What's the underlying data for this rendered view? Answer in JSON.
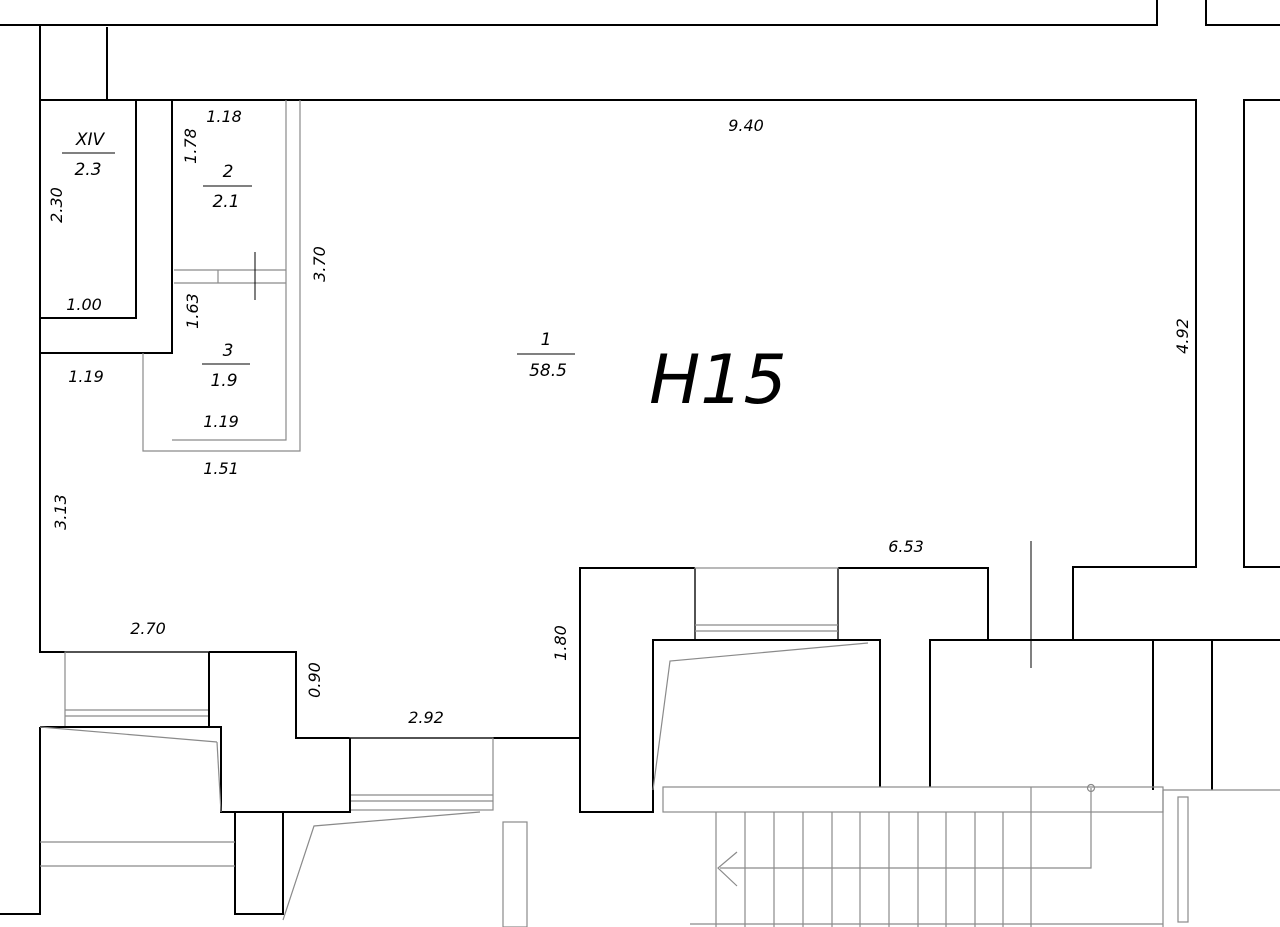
{
  "plan": {
    "unit_label": "Н15",
    "rooms": [
      {
        "number": "XIV",
        "area": "2.3"
      },
      {
        "number": "2",
        "area": "2.1"
      },
      {
        "number": "3",
        "area": "1.9"
      },
      {
        "number": "1",
        "area": "58.5"
      }
    ],
    "dimensions": {
      "top_main": "9.40",
      "right_main": "4.92",
      "xiv_height": "2.30",
      "xiv_width": "1.00",
      "room2_width": "1.18",
      "room2_height": "1.78",
      "closets_height": "3.70",
      "room3_height": "1.63",
      "room3_width": "1.19",
      "left_upper": "1.19",
      "closet_bottom": "1.51",
      "left_lower": "3.13",
      "bottom_right": "6.53",
      "bottom_left": "2.70",
      "bay_small": "0.90",
      "bottom_mid": "2.92",
      "bay_mid": "1.80"
    }
  }
}
